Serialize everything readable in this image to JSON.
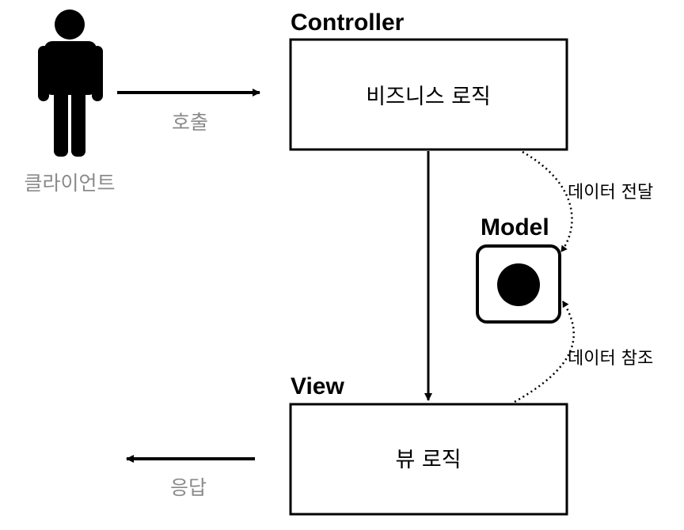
{
  "client": {
    "label": "클라이언트",
    "icon": "person-icon",
    "color": "#8a8a8a"
  },
  "controller": {
    "title": "Controller",
    "logic": "비즈니스 로직"
  },
  "view": {
    "title": "View",
    "logic": "뷰 로직"
  },
  "model": {
    "title": "Model",
    "icon": "filled-circle-icon"
  },
  "edges": {
    "call": "호출",
    "response": "응답",
    "data_transfer": "데이터 전달",
    "data_reference": "데이터 참조"
  }
}
